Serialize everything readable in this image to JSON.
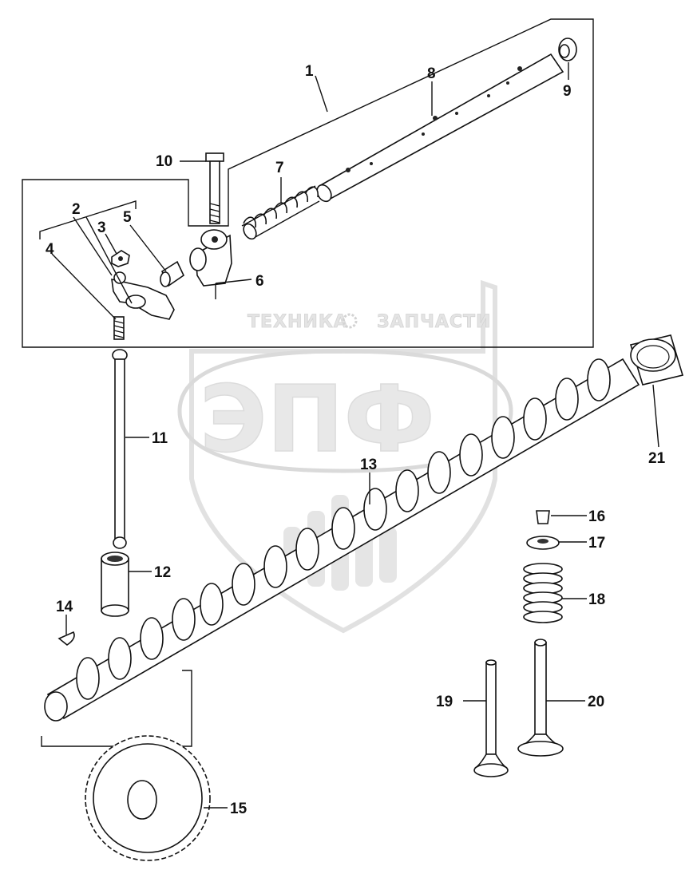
{
  "watermark": {
    "left_text": "ТЕХНИКА",
    "right_text": "ЗАПЧАСТИ",
    "logo_text": "ЭПФ"
  },
  "callouts": [
    {
      "id": "1",
      "label": "1"
    },
    {
      "id": "2",
      "label": "2"
    },
    {
      "id": "3",
      "label": "3"
    },
    {
      "id": "4",
      "label": "4"
    },
    {
      "id": "5",
      "label": "5"
    },
    {
      "id": "6",
      "label": "6"
    },
    {
      "id": "7",
      "label": "7"
    },
    {
      "id": "8",
      "label": "8"
    },
    {
      "id": "9",
      "label": "9"
    },
    {
      "id": "10",
      "label": "10"
    },
    {
      "id": "11",
      "label": "11"
    },
    {
      "id": "12",
      "label": "12"
    },
    {
      "id": "13",
      "label": "13"
    },
    {
      "id": "14",
      "label": "14"
    },
    {
      "id": "15",
      "label": "15"
    },
    {
      "id": "16",
      "label": "16"
    },
    {
      "id": "17",
      "label": "17"
    },
    {
      "id": "18",
      "label": "18"
    },
    {
      "id": "19",
      "label": "19"
    },
    {
      "id": "20",
      "label": "20"
    },
    {
      "id": "21",
      "label": "21"
    }
  ]
}
